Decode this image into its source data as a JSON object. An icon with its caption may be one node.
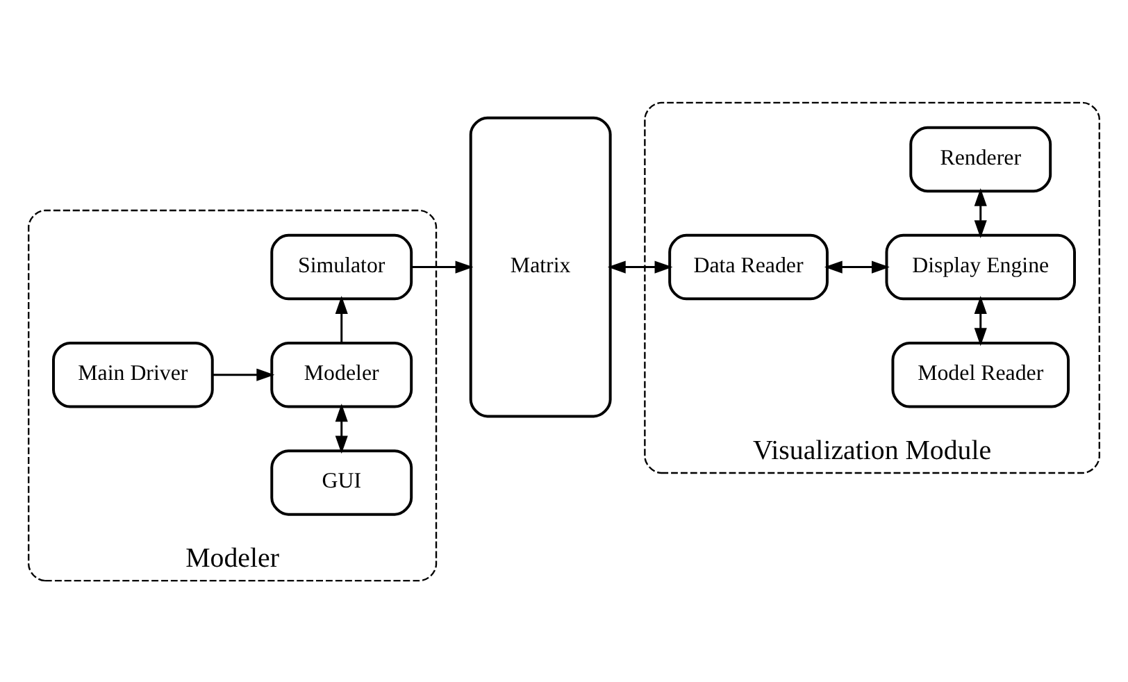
{
  "diagram": {
    "nodes": [
      {
        "text": [
          "Modeler"
        ]
      },
      {
        "text": [
          "GUI"
        ],
        "in": 0
      },
      {
        "text": [
          "Main Driver"
        ],
        "in": 0
      },
      {
        "text": [
          "Modeler"
        ],
        "in": 0
      },
      {
        "text": [
          "Simulator"
        ],
        "in": 0
      },
      {
        "text": [
          "Matrix"
        ]
      },
      {
        "text": [
          "Visualization Module"
        ]
      },
      {
        "text": [
          "Model Reader"
        ],
        "in": 6
      },
      {
        "text": [
          "Data Reader"
        ],
        "in": 6
      },
      {
        "text": [
          "Display Engine"
        ],
        "in": 6
      },
      {
        "text": [
          "Renderer"
        ],
        "in": 6
      }
    ],
    "edges": [
      {
        "from": 1,
        "to": 3,
        "arrow": "both"
      },
      {
        "from": 2,
        "to": 3,
        "arrow": "to"
      },
      {
        "from": 3,
        "to": 4,
        "arrow": "to"
      },
      {
        "from": 4,
        "to": 5,
        "arrow": "to"
      },
      {
        "from": 5,
        "to": 8,
        "arrow": "both"
      },
      {
        "from": 8,
        "to": 9,
        "arrow": "both"
      },
      {
        "from": 7,
        "to": 9,
        "arrow": "both"
      },
      {
        "from": 9,
        "to": 10,
        "arrow": "both"
      }
    ]
  }
}
